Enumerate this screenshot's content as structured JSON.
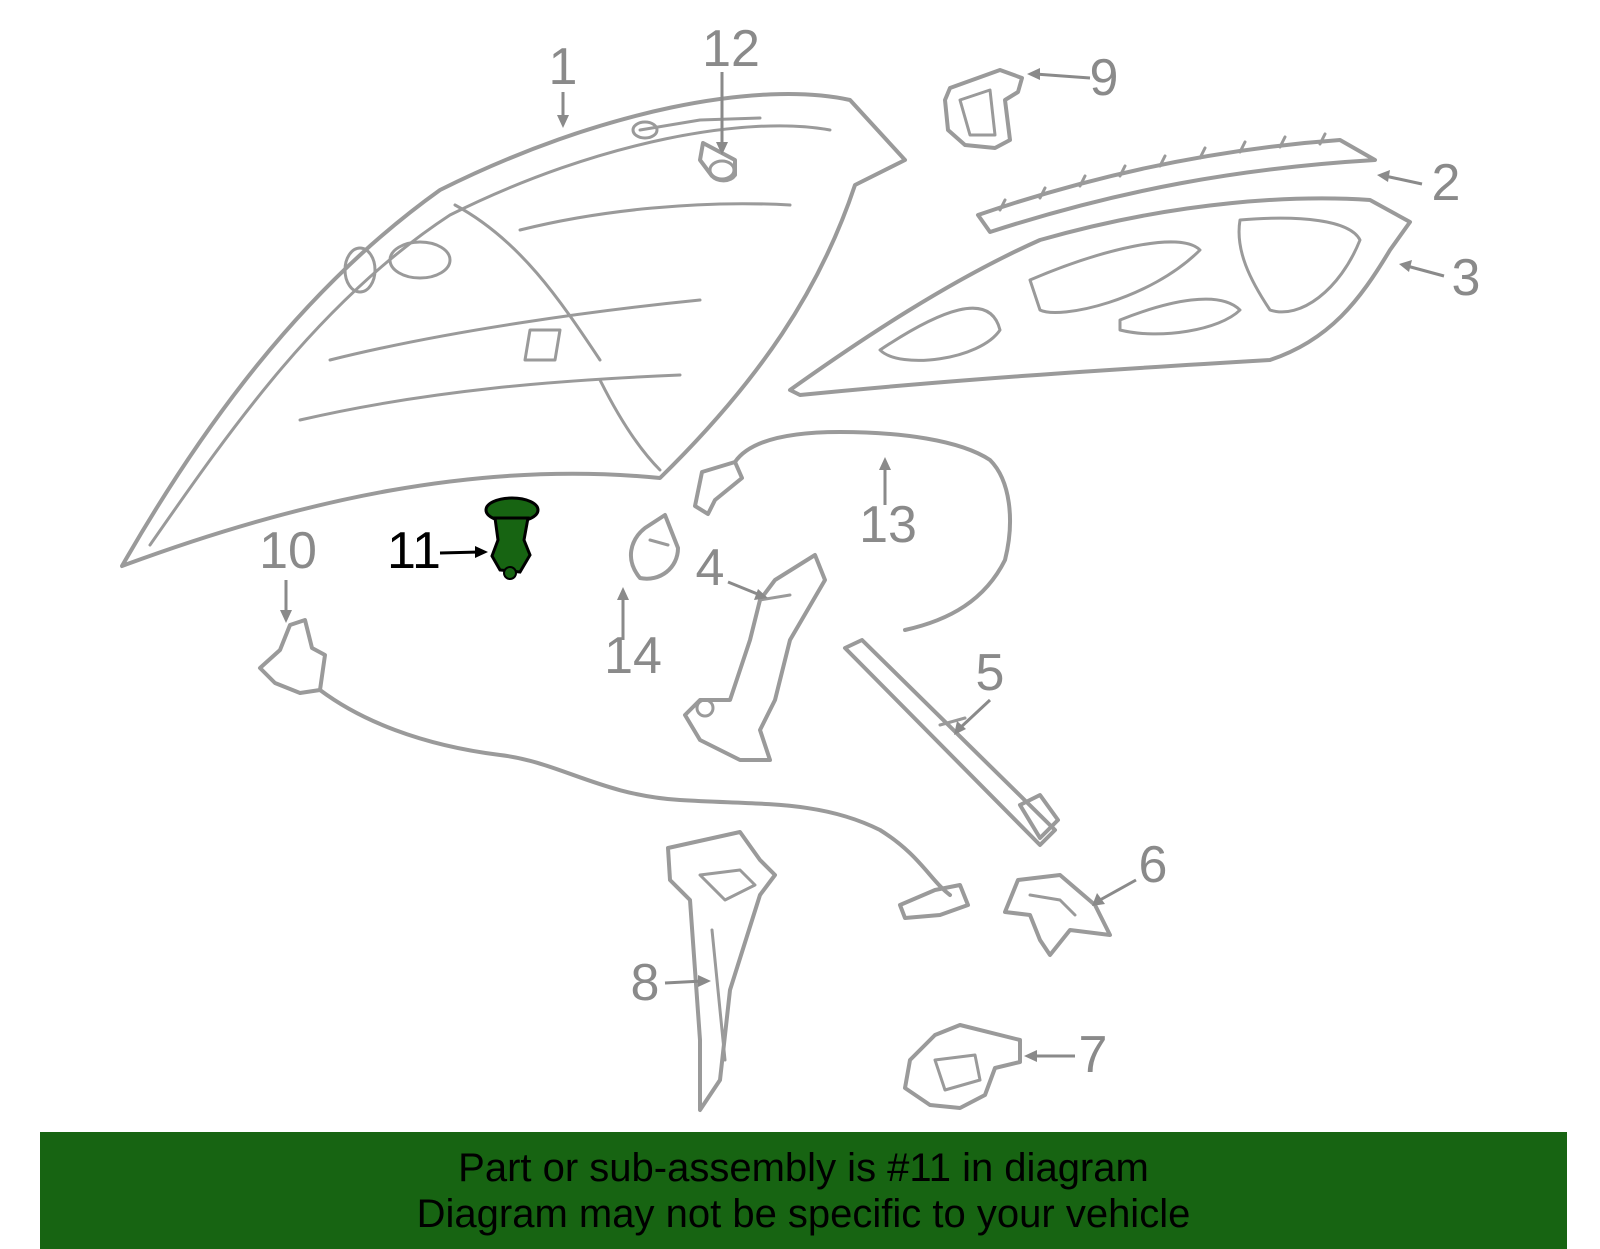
{
  "callouts": [
    {
      "id": "1",
      "label": "1"
    },
    {
      "id": "2",
      "label": "2"
    },
    {
      "id": "3",
      "label": "3"
    },
    {
      "id": "4",
      "label": "4"
    },
    {
      "id": "5",
      "label": "5"
    },
    {
      "id": "6",
      "label": "6"
    },
    {
      "id": "7",
      "label": "7"
    },
    {
      "id": "8",
      "label": "8"
    },
    {
      "id": "9",
      "label": "9"
    },
    {
      "id": "10",
      "label": "10"
    },
    {
      "id": "11",
      "label": "11"
    },
    {
      "id": "12",
      "label": "12"
    },
    {
      "id": "13",
      "label": "13"
    },
    {
      "id": "14",
      "label": "14"
    }
  ],
  "highlight": {
    "part": "11",
    "color": "#176412"
  },
  "banner": {
    "line1": "Part or sub-assembly is #11 in diagram",
    "line2": "Diagram may not be specific to your vehicle",
    "background": "#176412"
  },
  "colors": {
    "outline": "#9a9a9a",
    "label": "#8a8a8a",
    "highlight_label": "#000000"
  }
}
